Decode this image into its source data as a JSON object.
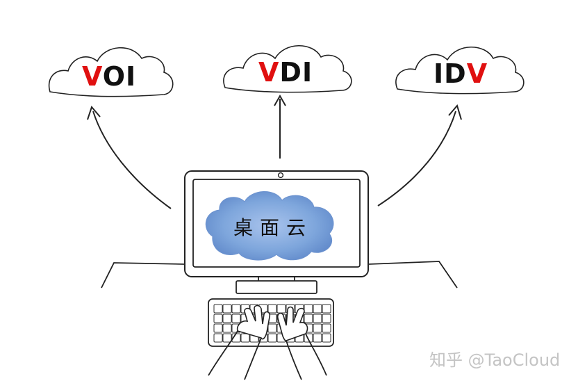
{
  "clouds": [
    {
      "id": "voi",
      "highlight": "V",
      "rest": "OI",
      "highlight_first": true
    },
    {
      "id": "vdi",
      "highlight": "V",
      "rest": "DI",
      "highlight_first": true
    },
    {
      "id": "idv",
      "highlight": "V",
      "rest": "ID",
      "highlight_first": false
    }
  ],
  "screen_label": "桌面云",
  "watermark": "知乎 @TaoCloud",
  "colors": {
    "highlight": "#e01010",
    "cloud_fill": "#7ea6dc",
    "ink": "#111111"
  }
}
